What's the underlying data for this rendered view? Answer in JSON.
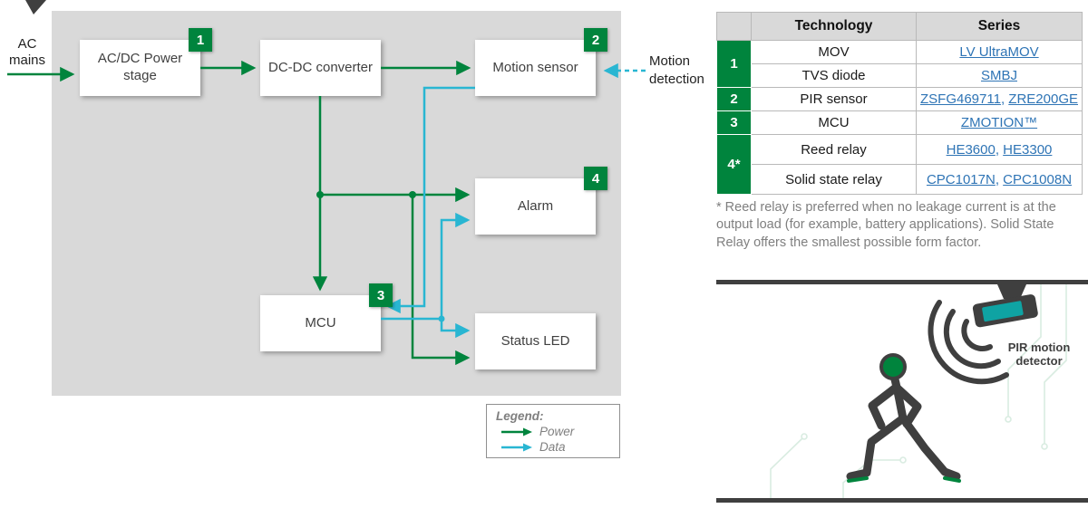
{
  "colors": {
    "power_green": "#00843d",
    "data_cyan": "#29b6d2",
    "link_blue": "#2e74b5",
    "panel_gray": "#d9d9d9",
    "dark_gray": "#3f3f3f",
    "teal_accent": "#0fa3a3"
  },
  "diagram": {
    "ac_mains": "AC mains",
    "motion_detection": "Motion detection",
    "blocks": {
      "acdc": {
        "label": "AC/DC Power stage",
        "badge": "1"
      },
      "dcdc": {
        "label": "DC-DC converter"
      },
      "motion": {
        "label": "Motion sensor",
        "badge": "2"
      },
      "alarm": {
        "label": "Alarm",
        "badge": "4"
      },
      "mcu": {
        "label": "MCU",
        "badge": "3"
      },
      "led": {
        "label": "Status LED"
      }
    },
    "legend": {
      "title": "Legend:",
      "power_label": "Power",
      "data_label": "Data"
    }
  },
  "table": {
    "headers": [
      "Technology",
      "Series"
    ],
    "badges": [
      "1",
      "2",
      "3",
      "4*"
    ],
    "separator": ", ",
    "rows": [
      {
        "technology": "MOV",
        "series": [
          "LV UltraMOV"
        ]
      },
      {
        "technology": "TVS diode",
        "series": [
          "SMBJ"
        ]
      },
      {
        "technology": "PIR sensor",
        "series": [
          "ZSFG469711",
          "ZRE200GE"
        ]
      },
      {
        "technology": "MCU",
        "series": [
          "ZMOTION™"
        ]
      },
      {
        "technology": "Reed relay",
        "series": [
          "HE3600",
          "HE3300"
        ]
      },
      {
        "technology": "Solid state relay",
        "series": [
          "CPC1017N",
          "CPC1008N"
        ]
      }
    ]
  },
  "footnote": "* Reed relay is preferred when no leakage current is at the output load (for example, battery applications). Solid State Relay offers the smallest possible form factor.",
  "illustration": {
    "label": "PIR motion detector"
  }
}
